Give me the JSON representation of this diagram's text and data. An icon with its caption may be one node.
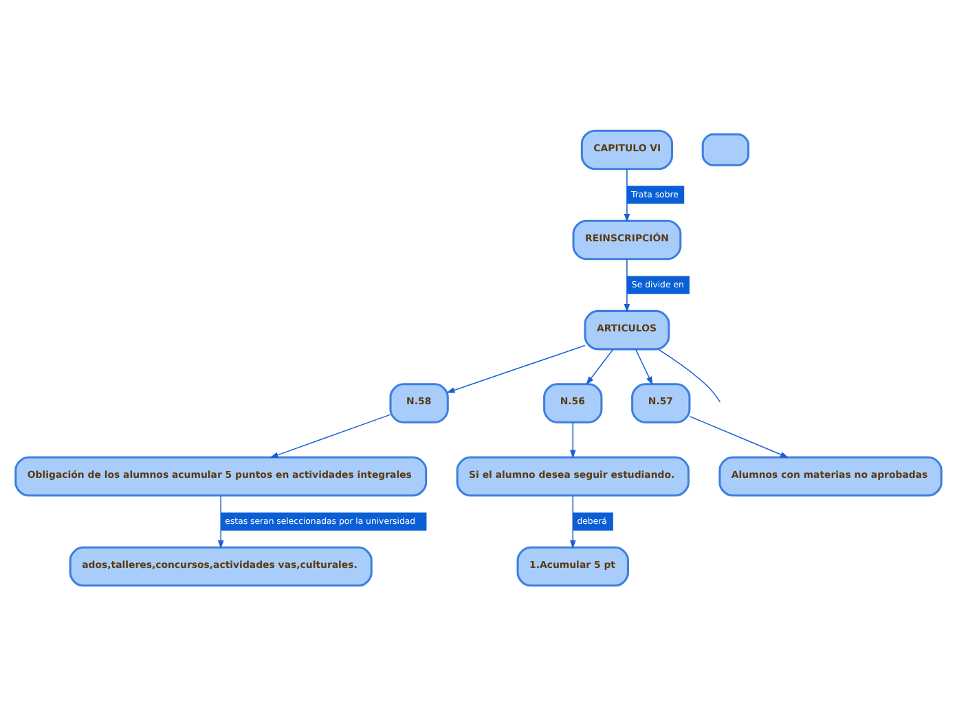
{
  "diagram": {
    "nodes": [
      {
        "text": [
          "CAPITULO VI"
        ]
      },
      {
        "text": [
          "REINSCRIPCIÓN"
        ]
      },
      {
        "text": [
          "ARTICULOS"
        ]
      },
      {
        "text": [
          "N.58"
        ]
      },
      {
        "text": [
          "Obligación de los alumnos acumular 5 puntos en actividades integrales"
        ]
      },
      {
        "text": [
          "ados,talleres,concursos,actividades vas,culturales."
        ]
      },
      {
        "text": [
          "N.56"
        ]
      },
      {
        "text": [
          "Si el alumno desea seguir estudiando."
        ]
      },
      {
        "text": [
          "1.Acumular 5 pt"
        ]
      },
      {
        "text": [],
        "shape": "box"
      },
      {
        "text": [
          "N.57"
        ]
      },
      {
        "text": [
          "Alumnos con materias no aprobadas"
        ]
      }
    ],
    "edges": [
      {
        "from": 0,
        "to": 1,
        "arrow": "to",
        "label": "Trata sobre"
      },
      {
        "from": 1,
        "to": 2,
        "arrow": "to",
        "label": "Se divide en"
      },
      {
        "from": 2,
        "to": 3,
        "arrow": "to"
      },
      {
        "from": 3,
        "to": 4,
        "arrow": "to"
      },
      {
        "from": 4,
        "to": 5,
        "arrow": "to",
        "label": "estas seran seleccionadas por la universidad"
      },
      {
        "from": 2,
        "to": 6,
        "arrow": "to"
      },
      {
        "from": 6,
        "to": 7,
        "arrow": "to"
      },
      {
        "from": 7,
        "to": 8,
        "arrow": "to",
        "label": "deberá"
      },
      {
        "from": 2,
        "to": 10,
        "arrow": "to"
      },
      {
        "from": 10,
        "to": 11,
        "arrow": "to"
      },
      {
        "from": 2,
        "to": null,
        "arrow": "none"
      }
    ]
  }
}
